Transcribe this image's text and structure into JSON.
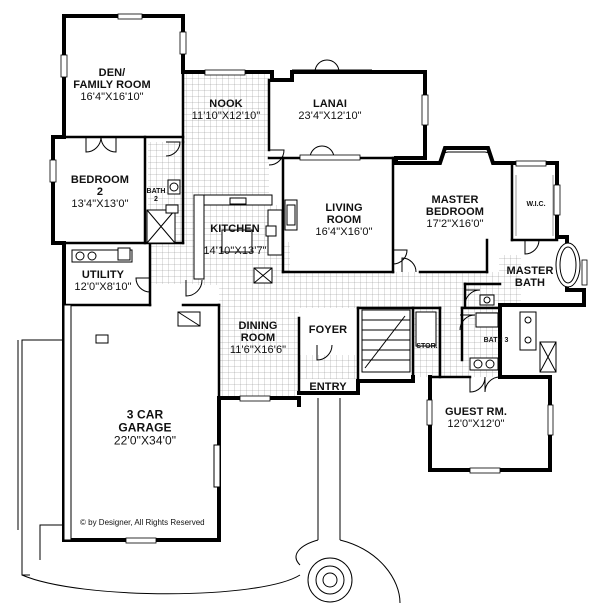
{
  "rooms": [
    {
      "id": "den",
      "name_lines": [
        "DEN/",
        "FAMILY ROOM"
      ],
      "dim": "16'4\"X16'10\"",
      "cx": 0,
      "cy": 0
    },
    {
      "id": "nook",
      "name_lines": [
        "NOOK"
      ],
      "dim": "11'10\"X12'10\""
    },
    {
      "id": "lanai",
      "name_lines": [
        "LANAI"
      ],
      "dim": "23'4\"X12'10\""
    },
    {
      "id": "bedroom2",
      "name_lines": [
        "BEDROOM",
        "2"
      ],
      "dim": "13'4\"X13'0\""
    },
    {
      "id": "kitchen",
      "name_lines": [
        "KITCHEN"
      ],
      "dim": "14'10\"X13'7\""
    },
    {
      "id": "living",
      "name_lines": [
        "LIVING",
        "ROOM"
      ],
      "dim": "16'4\"X16'0\""
    },
    {
      "id": "master",
      "name_lines": [
        "MASTER",
        "BEDROOM"
      ],
      "dim": "17'2\"X16'0\""
    },
    {
      "id": "utility",
      "name_lines": [
        "UTILITY"
      ],
      "dim": "12'0\"X8'10\""
    },
    {
      "id": "masterbath",
      "name_lines": [
        "MASTER",
        "BATH"
      ],
      "dim": ""
    },
    {
      "id": "dining",
      "name_lines": [
        "DINING",
        "ROOM"
      ],
      "dim": "11'6\"X16'6\""
    },
    {
      "id": "foyer",
      "name_lines": [
        "FOYER"
      ],
      "dim": ""
    },
    {
      "id": "entry",
      "name_lines": [
        "ENTRY"
      ],
      "dim": ""
    },
    {
      "id": "garage",
      "name_lines": [
        "3 CAR",
        "GARAGE"
      ],
      "dim": "22'0\"X34'0\""
    },
    {
      "id": "guest",
      "name_lines": [
        "GUEST RM."
      ],
      "dim": "12'0\"X12'0\""
    }
  ],
  "small_labels": {
    "bath2": [
      "BATH",
      "2"
    ],
    "wic": "W.I.C.",
    "bath3": "BATH 3",
    "stor": "STOR."
  },
  "copyright": "© by Designer, All Rights Reserved"
}
